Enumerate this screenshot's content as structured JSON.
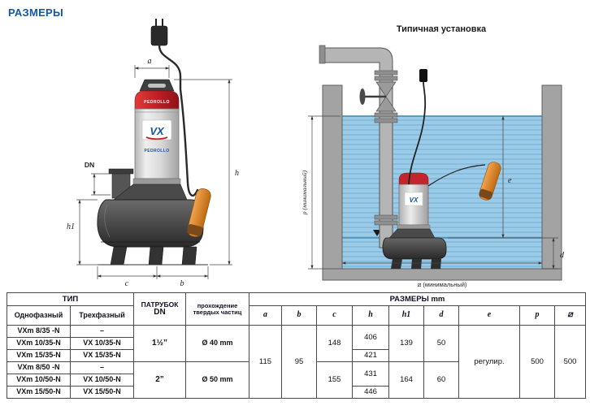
{
  "page": {
    "title": "РАЗМЕРЫ"
  },
  "pump": {
    "brand": "PEDROLLO",
    "model": "VX",
    "dims": {
      "a": "a",
      "h": "h",
      "h1": "h1",
      "dn": "DN",
      "c": "c",
      "b": "b"
    }
  },
  "installation": {
    "title": "Типичная установка",
    "dims": {
      "p": "p (минимальный)",
      "e": "e",
      "d": "d",
      "square": "⧄ (минимальный)"
    }
  },
  "table": {
    "header": {
      "type": "ТИП",
      "single": "Однофазный",
      "three": "Трехфазный",
      "branch": "ПАТРУБОК",
      "branch_dn": "DN",
      "pass1": "прохождение",
      "pass2": "твердых частиц",
      "sizes": "РАЗМЕРЫ mm",
      "cols": [
        "a",
        "b",
        "c",
        "h",
        "h1",
        "d",
        "e",
        "p",
        "⧄"
      ]
    },
    "rows": [
      {
        "single": "VXm 8/35  -N",
        "three": "–"
      },
      {
        "single": "VXm 10/35-N",
        "three": "VX 10/35-N"
      },
      {
        "single": "VXm 15/35-N",
        "three": "VX 15/35-N"
      },
      {
        "single": "VXm 8/50  -N",
        "three": "–"
      },
      {
        "single": "VXm 10/50-N",
        "three": "VX 10/50-N"
      },
      {
        "single": "VXm 15/50-N",
        "three": "VX 15/50-N"
      }
    ],
    "vals": {
      "dn1": "1½”",
      "dn2": "2”",
      "pass1": "Ø 40 mm",
      "pass2": "Ø 50 mm",
      "a": "115",
      "b": "95",
      "c1": "148",
      "c2": "155",
      "hA": "406",
      "hB": "421",
      "hC": "431",
      "hD": "446",
      "h1a": "139",
      "h1b": "164",
      "d1": "50",
      "d2": "60",
      "e": "регулир.",
      "p": "500",
      "sq": "500"
    }
  }
}
